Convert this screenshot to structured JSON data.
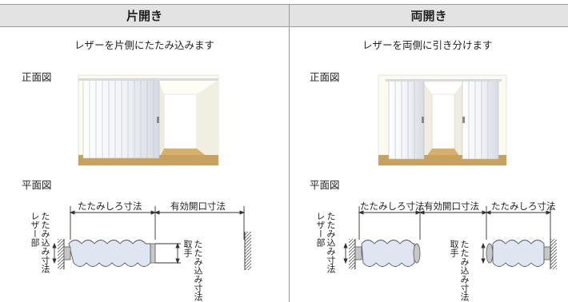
{
  "left": {
    "header": "片開き",
    "subtitle": "レザーを片側にたたみ込みます",
    "front_label": "正面図",
    "plan_label": "平面図",
    "dim_fold": "たたみしろ寸法",
    "dim_open": "有効開口寸法",
    "side_left": [
      "レザー部",
      "たたみ込み寸法"
    ],
    "side_right": [
      "取手",
      "たたみ込み寸法"
    ]
  },
  "right": {
    "header": "両開き",
    "subtitle": "レザーを両側に引き分けます",
    "front_label": "正面図",
    "plan_label": "平面図",
    "dim_fold_left": "たたみしろ寸法",
    "dim_open": "有効開口寸法",
    "dim_fold_right": "たたみしろ寸法",
    "side_left": [
      "レザー部",
      "たたみ込み寸法"
    ],
    "side_right": [
      "取手",
      "たたみ込み寸法"
    ]
  },
  "colors": {
    "header_bg": "#e3e3e3",
    "floor": "#c9a15e",
    "wall": "#fdfcf3",
    "curtain": "#f7f9fc",
    "accordion_fill": "#dfe6f1"
  }
}
